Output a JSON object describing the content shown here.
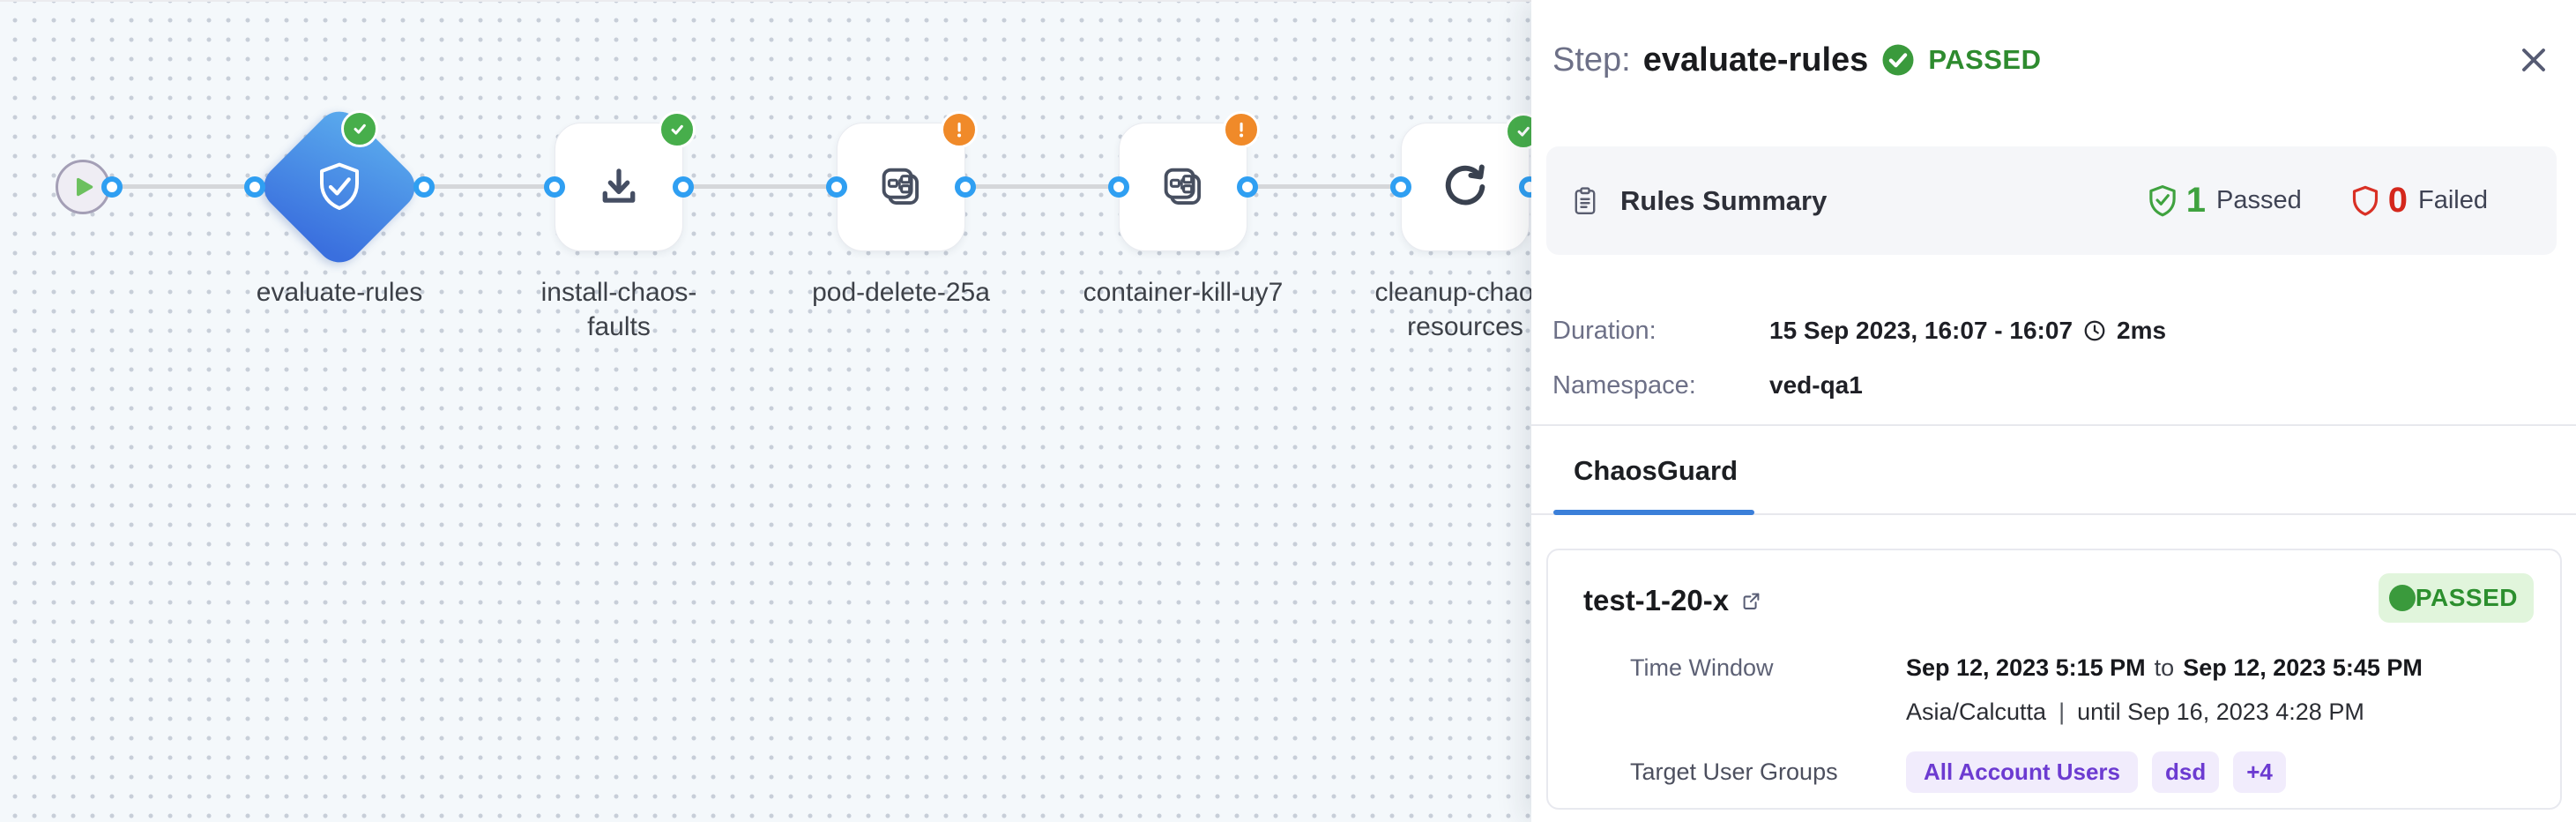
{
  "canvas": {
    "nodes": [
      {
        "label": "evaluate-rules",
        "status": "success",
        "icon": "shield-check"
      },
      {
        "label_line1": "install-chaos-",
        "label_line2": "faults",
        "status": "success",
        "icon": "download"
      },
      {
        "label": "pod-delete-25a",
        "status": "warning",
        "icon": "chaos-fault"
      },
      {
        "label": "container-kill-uy7",
        "status": "warning",
        "icon": "chaos-fault"
      },
      {
        "label_line1": "cleanup-chaos-",
        "label_line2": "resources",
        "status": "success",
        "icon": "retry"
      }
    ]
  },
  "panel": {
    "title_prefix": "Step:",
    "step_name": "evaluate-rules",
    "status": "PASSED",
    "rules_summary": {
      "title": "Rules Summary",
      "passed_count": "1",
      "passed_label": "Passed",
      "failed_count": "0",
      "failed_label": "Failed"
    },
    "duration": {
      "label": "Duration:",
      "value": "15 Sep 2023, 16:07 - 16:07",
      "elapsed": "2ms"
    },
    "namespace": {
      "label": "Namespace:",
      "value": "ved-qa1"
    },
    "tab": {
      "label": "ChaosGuard"
    },
    "guard": {
      "name": "test-1-20-x",
      "status": "PASSED",
      "time_window": {
        "label": "Time Window",
        "from": "Sep 12, 2023 5:15 PM",
        "joiner": "to",
        "to": "Sep 12, 2023 5:45 PM",
        "timezone": "Asia/Calcutta",
        "separator": "|",
        "until": "until Sep 16, 2023 4:28 PM"
      },
      "targets": {
        "label": "Target User Groups",
        "groups": [
          "All Account Users",
          "dsd",
          "+4"
        ]
      }
    }
  },
  "colors": {
    "accent_blue": "#3b7fd9",
    "node_blue_gradient_start": "#58a7ec",
    "node_blue_gradient_end": "#3a6fde",
    "success_green": "#47ae4b",
    "warning_orange": "#f08a29",
    "passed_text_green": "#2e8b2f",
    "failed_red": "#d4271c",
    "group_chip_purple": "#6c3bd1"
  }
}
